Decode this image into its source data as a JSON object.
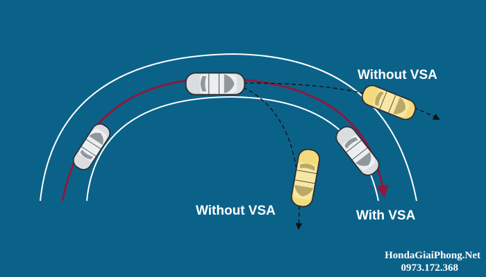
{
  "labels": {
    "without_vsa_top": "Without VSA",
    "without_vsa_bottom": "Without VSA",
    "with_vsa": "With VSA"
  },
  "watermark": {
    "site": "HondaGiaiPhong.Net",
    "phone": "0973.172.368"
  },
  "colors": {
    "background": "#0b6289",
    "road_lines": "#ffffff",
    "with_vsa_path": "#8b1a3c",
    "silver_car": "#d9dde0",
    "yellow_car": "#f3da7d",
    "dashed_path": "#111111"
  }
}
